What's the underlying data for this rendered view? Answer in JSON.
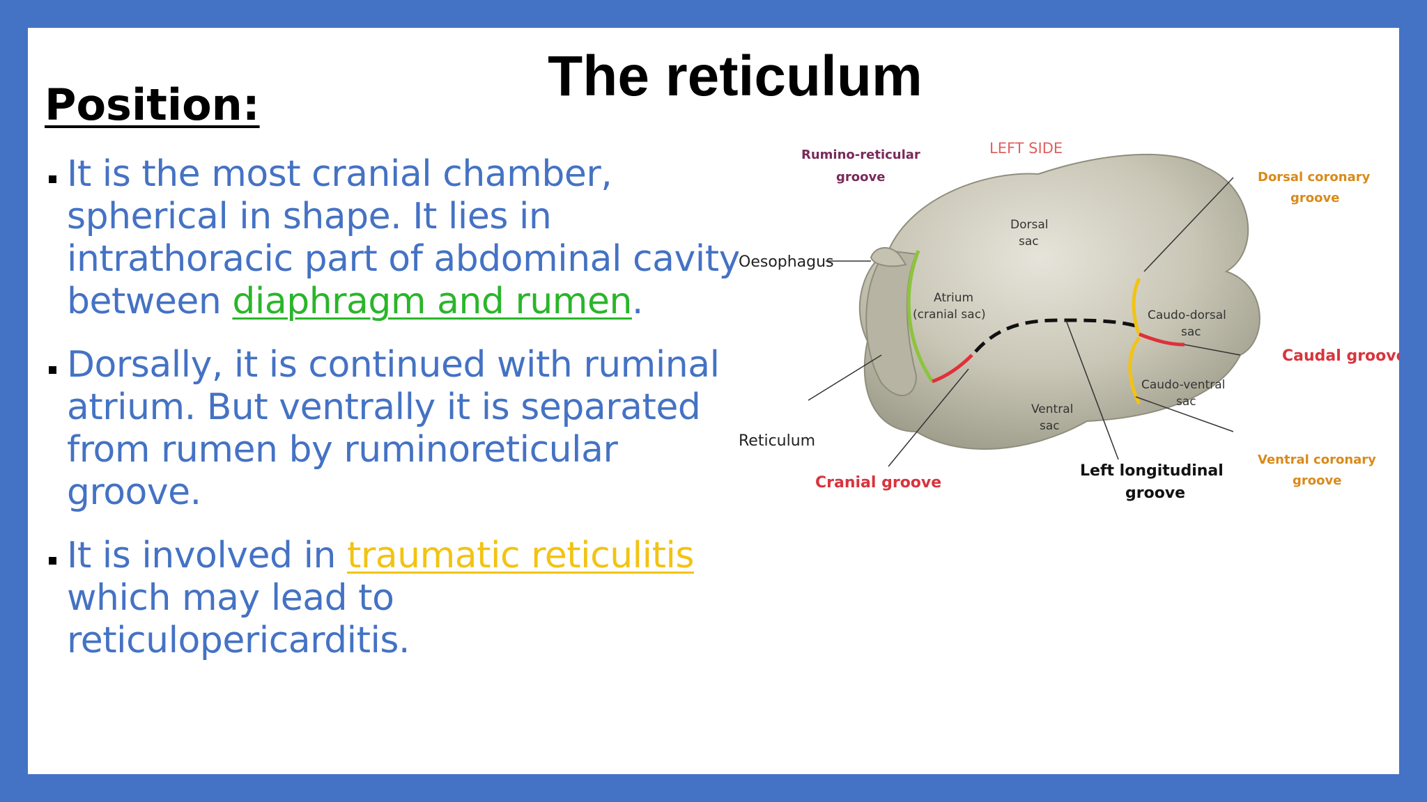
{
  "slide": {
    "title": "The reticulum",
    "heading": "Position:",
    "bullets": [
      {
        "text_before": "It is the most cranial chamber, spherical in shape. It lies in intrathoracic part of abdominal cavity between  ",
        "link": "diaphragm and rumen",
        "text_after": "."
      },
      {
        "text": "Dorsally, it is continued with ruminal atrium. But ventrally it is separated from rumen by ruminoreticular groove."
      },
      {
        "text_before": "It is involved in ",
        "link": "traumatic reticulitis",
        "text_after": " which may lead to reticulopericarditis."
      }
    ]
  },
  "figure": {
    "side_label": "LEFT SIDE",
    "rumino_reticular_groove": [
      "Rumino-reticular",
      "groove"
    ],
    "oesophagus": "Oesophagus",
    "dorsal_sac": [
      "Dorsal",
      "sac"
    ],
    "atrium": [
      "Atrium",
      "(cranial sac)"
    ],
    "caudo_dorsal_sac": [
      "Caudo-dorsal",
      "sac"
    ],
    "caudo_ventral_sac": [
      "Caudo-ventral",
      "sac"
    ],
    "ventral_sac": [
      "Ventral",
      "sac"
    ],
    "reticulum": "Reticulum",
    "cranial_groove": "Cranial groove",
    "left_longitudinal_groove": [
      "Left longitudinal",
      "groove"
    ],
    "dorsal_coronary_groove": [
      "Dorsal coronary",
      "groove"
    ],
    "caudal_groove": "Caudal groove",
    "ventral_coronary_groove": [
      "Ventral coronary",
      "groove"
    ]
  },
  "colors": {
    "frame": "#4472c4",
    "body_text": "#4472c4",
    "link_green": "#2ab52a",
    "link_gold": "#f2c313"
  }
}
